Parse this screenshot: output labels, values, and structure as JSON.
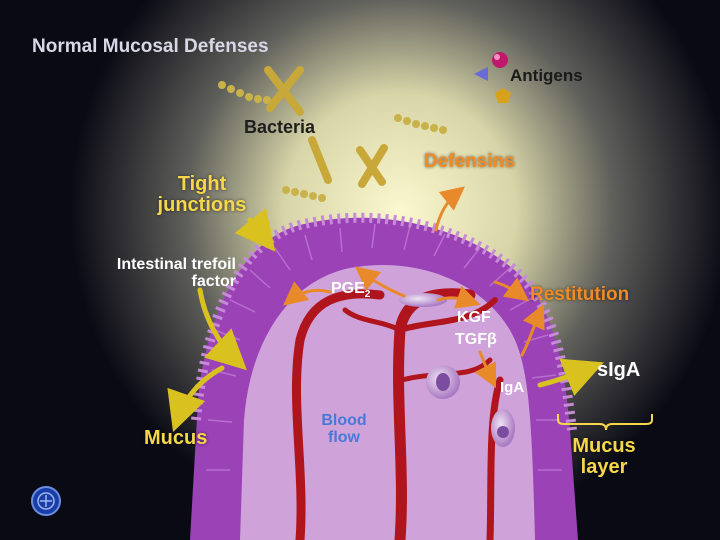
{
  "title": "Normal Mucosal Defenses",
  "labels": {
    "antigens": "Antigens",
    "bacteria": "Bacteria",
    "defensins": "Defensins",
    "tight_junctions_1": "Tight",
    "tight_junctions_2": "junctions",
    "trefoil_1": "Intestinal trefoil",
    "trefoil_2": "factor",
    "pge2_main": "PGE",
    "pge2_sub": "2",
    "restitution": "Restitution",
    "kgf": "KGF",
    "tgf": "TGFβ",
    "siga": "sIgA",
    "iga": "IgA",
    "mucus": "Mucus",
    "blood_flow_1": "Blood",
    "blood_flow_2": "flow",
    "mucus_layer_1": "Mucus",
    "mucus_layer_2": "layer"
  },
  "colors": {
    "background": "#0a0a14",
    "glow": "#f4f0b8",
    "villus": "#b35cc8",
    "villus_core": "#c996d2",
    "vessel": "#b0141c",
    "yellow_arrow": "#d9c21f",
    "orange_arrow": "#e88a2a",
    "label_yellow": "#f6d74a",
    "label_orange": "#f08a25",
    "label_blue": "#4a78d8"
  },
  "icons": [
    "antigen-sphere-icon",
    "antigen-triangle-icon",
    "antigen-pentagon-icon",
    "logo-emblem-icon"
  ]
}
